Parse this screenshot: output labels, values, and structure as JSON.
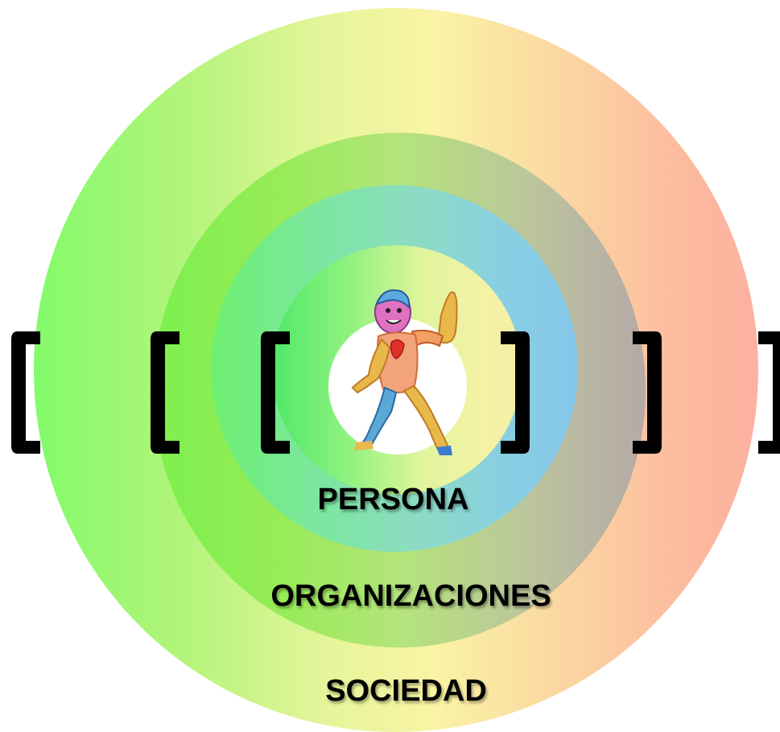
{
  "labels": {
    "persona": "PERSONA",
    "organizaciones": "ORGANIZACIONES",
    "sociedad": "SOCIEDAD"
  },
  "icons": {
    "center_figure": "human-figure-illustration",
    "bracket_open": "open-square-bracket",
    "bracket_close": "close-square-bracket"
  },
  "colors": {
    "ring_outer_left": "#82fb6a",
    "ring_outer_right": "#fdb1a0",
    "ring_middle_left": "#7cf04e",
    "ring_middle_right": "#b5a9a8",
    "ring_inner_left": "#6ef071",
    "ring_inner_right": "#86c6ea",
    "bracket": "#000000",
    "label": "#000000"
  }
}
